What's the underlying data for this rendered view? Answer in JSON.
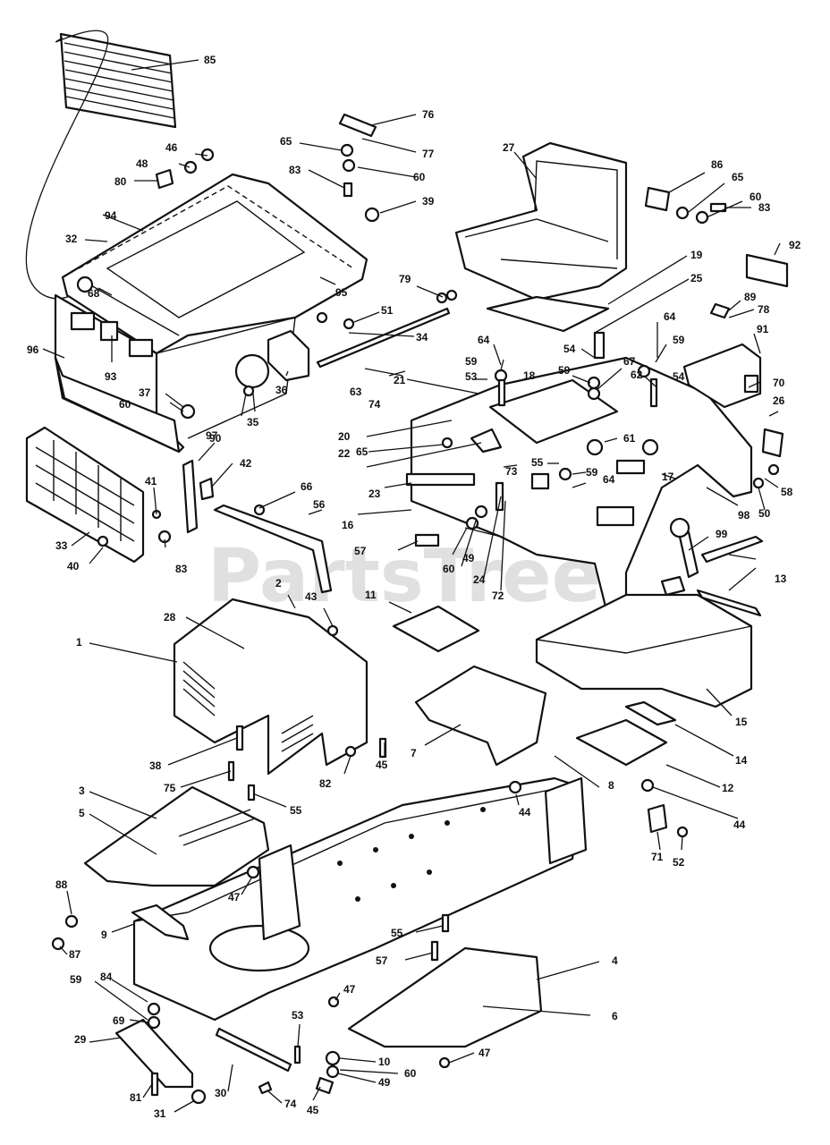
{
  "watermark": "PartsTree",
  "callouts": [
    {
      "id": "c85",
      "label": "85"
    },
    {
      "id": "c46",
      "label": "46"
    },
    {
      "id": "c48",
      "label": "48"
    },
    {
      "id": "c80",
      "label": "80"
    },
    {
      "id": "c76",
      "label": "76"
    },
    {
      "id": "c77",
      "label": "77"
    },
    {
      "id": "c65a",
      "label": "65"
    },
    {
      "id": "c60a",
      "label": "60"
    },
    {
      "id": "c83a",
      "label": "83"
    },
    {
      "id": "c39",
      "label": "39"
    },
    {
      "id": "c27",
      "label": "27"
    },
    {
      "id": "c86",
      "label": "86"
    },
    {
      "id": "c65b",
      "label": "65"
    },
    {
      "id": "c60b",
      "label": "60"
    },
    {
      "id": "c83b",
      "label": "83"
    },
    {
      "id": "c92",
      "label": "92"
    },
    {
      "id": "c94",
      "label": "94"
    },
    {
      "id": "c32",
      "label": "32"
    },
    {
      "id": "c68",
      "label": "68"
    },
    {
      "id": "c95",
      "label": "95"
    },
    {
      "id": "c79",
      "label": "79"
    },
    {
      "id": "c51",
      "label": "51"
    },
    {
      "id": "c34",
      "label": "34"
    },
    {
      "id": "c19",
      "label": "19"
    },
    {
      "id": "c25",
      "label": "25"
    },
    {
      "id": "c89",
      "label": "89"
    },
    {
      "id": "c78",
      "label": "78"
    },
    {
      "id": "c96",
      "label": "96"
    },
    {
      "id": "c93",
      "label": "93"
    },
    {
      "id": "c64a",
      "label": "64"
    },
    {
      "id": "c64b",
      "label": "64"
    },
    {
      "id": "c54a",
      "label": "54"
    },
    {
      "id": "c59a",
      "label": "59"
    },
    {
      "id": "c59b",
      "label": "59"
    },
    {
      "id": "c91",
      "label": "91"
    },
    {
      "id": "c37",
      "label": "37"
    },
    {
      "id": "c36",
      "label": "36"
    },
    {
      "id": "c63",
      "label": "63"
    },
    {
      "id": "c53a",
      "label": "53"
    },
    {
      "id": "c18",
      "label": "18"
    },
    {
      "id": "c59c",
      "label": "59"
    },
    {
      "id": "c67",
      "label": "67"
    },
    {
      "id": "c62",
      "label": "62"
    },
    {
      "id": "c54b",
      "label": "54"
    },
    {
      "id": "c74a",
      "label": "74"
    },
    {
      "id": "c21",
      "label": "21"
    },
    {
      "id": "c60c",
      "label": "60"
    },
    {
      "id": "c97",
      "label": "97"
    },
    {
      "id": "c35",
      "label": "35"
    },
    {
      "id": "c70",
      "label": "70"
    },
    {
      "id": "c26",
      "label": "26"
    },
    {
      "id": "c20",
      "label": "20"
    },
    {
      "id": "c65c",
      "label": "65"
    },
    {
      "id": "c90",
      "label": "90"
    },
    {
      "id": "c61",
      "label": "61"
    },
    {
      "id": "c22",
      "label": "22"
    },
    {
      "id": "c55a",
      "label": "55"
    },
    {
      "id": "c42",
      "label": "42"
    },
    {
      "id": "c73",
      "label": "73"
    },
    {
      "id": "c59d",
      "label": "59"
    },
    {
      "id": "c17",
      "label": "17"
    },
    {
      "id": "c64c",
      "label": "64"
    },
    {
      "id": "c58",
      "label": "58"
    },
    {
      "id": "c98",
      "label": "98"
    },
    {
      "id": "c23",
      "label": "23"
    },
    {
      "id": "c41",
      "label": "41"
    },
    {
      "id": "c66",
      "label": "66"
    },
    {
      "id": "c50",
      "label": "50"
    },
    {
      "id": "c56",
      "label": "56"
    },
    {
      "id": "c16",
      "label": "16"
    },
    {
      "id": "c99",
      "label": "99"
    },
    {
      "id": "c33",
      "label": "33"
    },
    {
      "id": "c83c",
      "label": "83"
    },
    {
      "id": "c57a",
      "label": "57"
    },
    {
      "id": "c40",
      "label": "40"
    },
    {
      "id": "c60d",
      "label": "60"
    },
    {
      "id": "c49a",
      "label": "49"
    },
    {
      "id": "c24",
      "label": "24"
    },
    {
      "id": "c13",
      "label": "13"
    },
    {
      "id": "c2",
      "label": "2"
    },
    {
      "id": "c43",
      "label": "43"
    },
    {
      "id": "c72",
      "label": "72"
    },
    {
      "id": "c11",
      "label": "11"
    },
    {
      "id": "c28",
      "label": "28"
    },
    {
      "id": "c1",
      "label": "1"
    },
    {
      "id": "c15",
      "label": "15"
    },
    {
      "id": "c14",
      "label": "14"
    },
    {
      "id": "c7",
      "label": "7"
    },
    {
      "id": "c38",
      "label": "38"
    },
    {
      "id": "c45a",
      "label": "45"
    },
    {
      "id": "c75",
      "label": "75"
    },
    {
      "id": "c82",
      "label": "82"
    },
    {
      "id": "c12",
      "label": "12"
    },
    {
      "id": "c8",
      "label": "8"
    },
    {
      "id": "c3",
      "label": "3"
    },
    {
      "id": "c55b",
      "label": "55"
    },
    {
      "id": "c44a",
      "label": "44"
    },
    {
      "id": "c44b",
      "label": "44"
    },
    {
      "id": "c5",
      "label": "5"
    },
    {
      "id": "c71",
      "label": "71"
    },
    {
      "id": "c52",
      "label": "52"
    },
    {
      "id": "c47a",
      "label": "47"
    },
    {
      "id": "c88",
      "label": "88"
    },
    {
      "id": "c9",
      "label": "9"
    },
    {
      "id": "c55c",
      "label": "55"
    },
    {
      "id": "c87",
      "label": "87"
    },
    {
      "id": "c57b",
      "label": "57"
    },
    {
      "id": "c4",
      "label": "4"
    },
    {
      "id": "c84",
      "label": "84"
    },
    {
      "id": "c59e",
      "label": "59"
    },
    {
      "id": "c6",
      "label": "6"
    },
    {
      "id": "c69",
      "label": "69"
    },
    {
      "id": "c47b",
      "label": "47"
    },
    {
      "id": "c29",
      "label": "29"
    },
    {
      "id": "c53b",
      "label": "53"
    },
    {
      "id": "c10",
      "label": "10"
    },
    {
      "id": "c47c",
      "label": "47"
    },
    {
      "id": "c60e",
      "label": "60"
    },
    {
      "id": "c49b",
      "label": "49"
    },
    {
      "id": "c30",
      "label": "30"
    },
    {
      "id": "c81",
      "label": "81"
    },
    {
      "id": "c45b",
      "label": "45"
    },
    {
      "id": "c74b",
      "label": "74"
    },
    {
      "id": "c31",
      "label": "31"
    }
  ]
}
